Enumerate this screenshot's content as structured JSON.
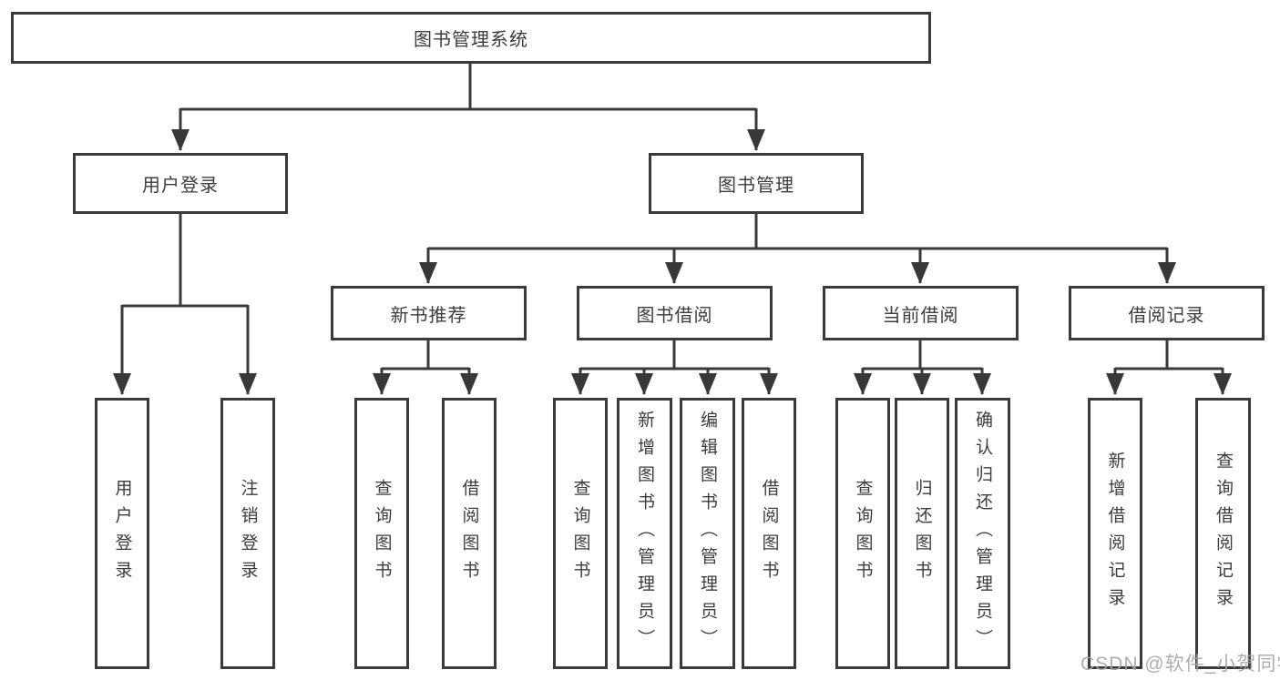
{
  "diagram_type": "hierarchy-flowchart",
  "tree": {
    "label": "图书管理系统",
    "children": [
      {
        "label": "用户登录",
        "children": [
          {
            "label": "用户登录"
          },
          {
            "label": "注销登录"
          }
        ]
      },
      {
        "label": "图书管理",
        "children": [
          {
            "label": "新书推荐",
            "children": [
              {
                "label": "查询图书"
              },
              {
                "label": "借阅图书"
              }
            ]
          },
          {
            "label": "图书借阅",
            "children": [
              {
                "label": "查询图书"
              },
              {
                "label": "新增图书（管理员）"
              },
              {
                "label": "编辑图书（管理员）"
              },
              {
                "label": "借阅图书"
              }
            ]
          },
          {
            "label": "当前借阅",
            "children": [
              {
                "label": "查询图书"
              },
              {
                "label": "归还图书"
              },
              {
                "label": "确认归还（管理员）"
              }
            ]
          },
          {
            "label": "借阅记录",
            "children": [
              {
                "label": "新增借阅记录"
              },
              {
                "label": "查询借阅记录"
              }
            ]
          }
        ]
      }
    ]
  },
  "watermark": "CSDN @软件_小贺同学",
  "colors": {
    "line": "#3a3a3a",
    "box_border": "#3a3a3a",
    "text": "#3c3c3c",
    "watermark": "#a5a5a5",
    "background": "#ffffff"
  }
}
